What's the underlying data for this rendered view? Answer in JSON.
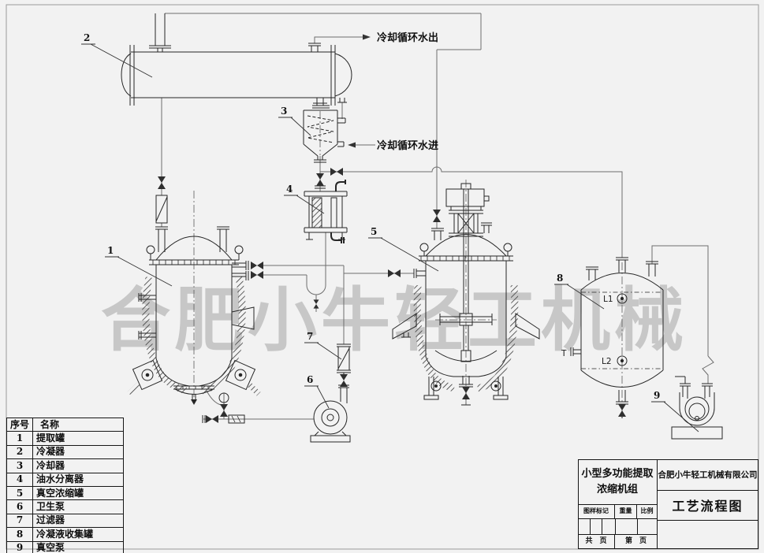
{
  "page": {
    "background": "#f2f2f2",
    "line_color": "#262626",
    "pipe_color": "#6e6e6e"
  },
  "watermark": {
    "text": "合肥小牛轻工机械"
  },
  "flow_labels": {
    "out": "冷却循环水出",
    "in": "冷却循环水进"
  },
  "tags": {
    "t1": "1",
    "t2": "2",
    "t3": "3",
    "t4": "4",
    "t5": "5",
    "t6": "6",
    "t7": "7",
    "t8": "8",
    "t9": "9"
  },
  "sensors": {
    "l1": "L1",
    "l2": "L2",
    "t": "T"
  },
  "legend": {
    "col_no": "序号",
    "col_name": "名称",
    "rows": [
      {
        "no": "1",
        "name": "提取罐"
      },
      {
        "no": "2",
        "name": "冷凝器"
      },
      {
        "no": "3",
        "name": "冷却器"
      },
      {
        "no": "4",
        "name": "油水分离器"
      },
      {
        "no": "5",
        "name": "真空浓缩罐"
      },
      {
        "no": "6",
        "name": "卫生泵"
      },
      {
        "no": "7",
        "name": "过滤器"
      },
      {
        "no": "8",
        "name": "冷凝液收集罐"
      },
      {
        "no": "9",
        "name": "真空泵"
      }
    ]
  },
  "title_block": {
    "product_line1": "小型多功能提取",
    "product_line2": "浓缩机组",
    "company": "合肥小牛轻工机械有限公司",
    "drawing_name": "工艺流程图",
    "mark_label": "图样标记",
    "weight_label": "重量",
    "scale_label": "比例",
    "total_label": "共　页",
    "page_label": "第　页"
  }
}
